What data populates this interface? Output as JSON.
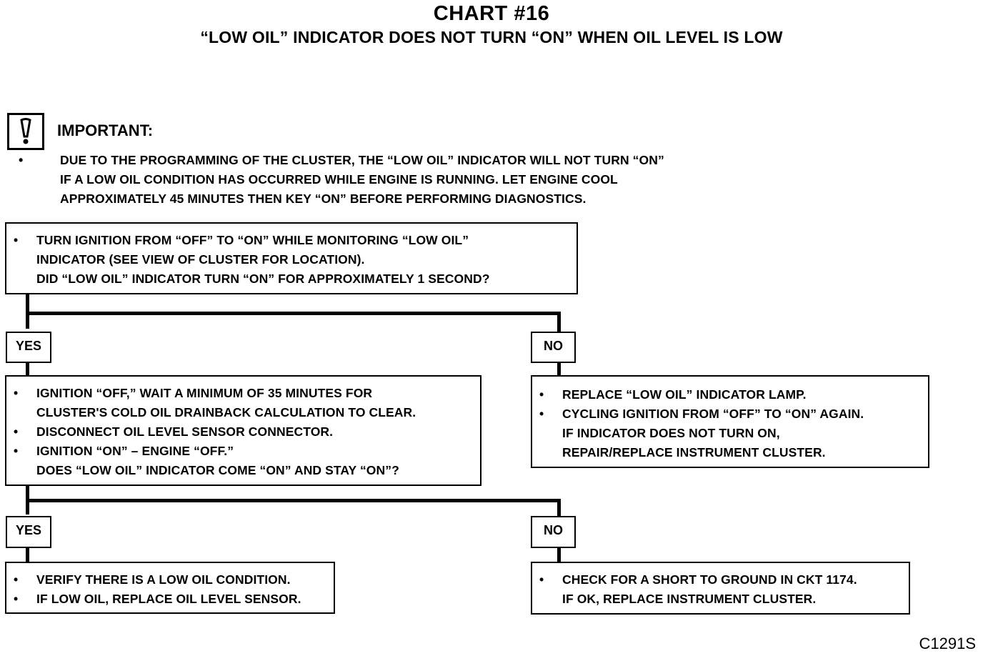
{
  "chart": {
    "title": "CHART #16",
    "subtitle": "“LOW OIL” INDICATOR DOES NOT TURN “ON” WHEN OIL LEVEL IS LOW"
  },
  "important": {
    "icon": "exclamation-icon",
    "heading": "IMPORTANT:",
    "bullet": "•",
    "lines": [
      "DUE TO THE PROGRAMMING OF THE CLUSTER, THE “LOW OIL” INDICATOR WILL NOT TURN “ON”",
      "IF A LOW OIL CONDITION HAS OCCURRED WHILE ENGINE IS RUNNING.  LET ENGINE COOL",
      "APPROXIMATELY 45 MINUTES THEN KEY “ON” BEFORE PERFORMING DIAGNOSTICS."
    ]
  },
  "steps": {
    "step1": {
      "lines": [
        {
          "bullet": "•",
          "text": "TURN IGNITION FROM “OFF” TO “ON” WHILE MONITORING “LOW OIL”"
        },
        {
          "bullet": "",
          "text": "INDICATOR (SEE VIEW OF CLUSTER FOR LOCATION)."
        },
        {
          "bullet": "",
          "text": "DID “LOW OIL” INDICATOR TURN “ON” FOR APPROXIMATELY 1 SECOND?"
        }
      ]
    },
    "yes1": "YES",
    "no1": "NO",
    "step2_yes": {
      "lines": [
        {
          "bullet": "•",
          "text": "IGNITION “OFF,” WAIT A MINIMUM OF 35 MINUTES FOR"
        },
        {
          "bullet": "",
          "text": "CLUSTER'S COLD OIL DRAINBACK CALCULATION TO CLEAR."
        },
        {
          "bullet": "•",
          "text": "DISCONNECT OIL LEVEL SENSOR CONNECTOR."
        },
        {
          "bullet": "•",
          "text": "IGNITION “ON” – ENGINE “OFF.”"
        },
        {
          "bullet": "",
          "text": "DOES “LOW OIL” INDICATOR COME “ON” AND STAY “ON”?"
        }
      ]
    },
    "step2_no": {
      "lines": [
        {
          "bullet": "•",
          "text": "REPLACE “LOW OIL” INDICATOR LAMP."
        },
        {
          "bullet": "•",
          "text": "CYCLING IGNITION FROM “OFF” TO “ON” AGAIN."
        },
        {
          "bullet": "",
          "text": "IF INDICATOR DOES NOT TURN ON,"
        },
        {
          "bullet": "",
          "text": "REPAIR/REPLACE INSTRUMENT CLUSTER."
        }
      ]
    },
    "yes2": "YES",
    "no2": "NO",
    "step3_yes": {
      "lines": [
        {
          "bullet": "•",
          "text": "VERIFY THERE IS A LOW OIL CONDITION."
        },
        {
          "bullet": "•",
          "text": "IF LOW OIL, REPLACE OIL LEVEL SENSOR."
        }
      ]
    },
    "step3_no": {
      "lines": [
        {
          "bullet": "•",
          "text": "CHECK FOR A SHORT TO GROUND IN CKT 1174."
        },
        {
          "bullet": "",
          "text": "IF OK, REPLACE INSTRUMENT CLUSTER."
        }
      ]
    }
  },
  "drawing_code": "C1291S"
}
